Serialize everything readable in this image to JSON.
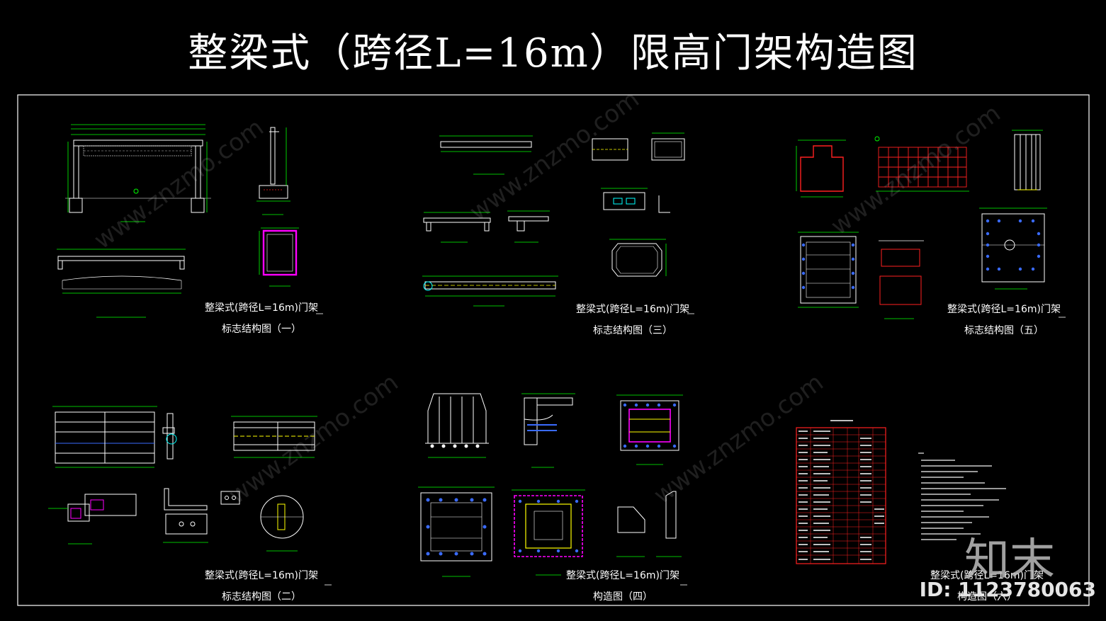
{
  "title": "整梁式（跨径L=16m）限高门架构造图",
  "sheets": [
    {
      "line1": "整梁式(跨径L=16m)门架",
      "line2": "标志结构图（一）"
    },
    {
      "line1": "整梁式(跨径L=16m)门架",
      "line2": "标志结构图（三）"
    },
    {
      "line1": "整梁式(跨径L=16m)门架",
      "line2": "标志结构图（五）"
    },
    {
      "line1": "整梁式(跨径L=16m)门架",
      "line2": "标志结构图（二）"
    },
    {
      "line1": "整梁式(跨径L=16m)门架",
      "line2": "构造图（四）"
    },
    {
      "line1": "整梁式(跨径L=16m)门架",
      "line2": "构造图（六）"
    }
  ],
  "watermark": {
    "logo": "知末",
    "id": "ID: 1123780063",
    "site": "www.znzmo.com"
  },
  "colors": {
    "background": "#000000",
    "frame": "#ffffff",
    "dimension": "#00ff00",
    "detail": "#ffffff",
    "highlight": "#ff00ff",
    "section": "#ff2020",
    "centerline": "#ffff00",
    "bolt": "#3a6bff",
    "label": "#00ffff"
  }
}
